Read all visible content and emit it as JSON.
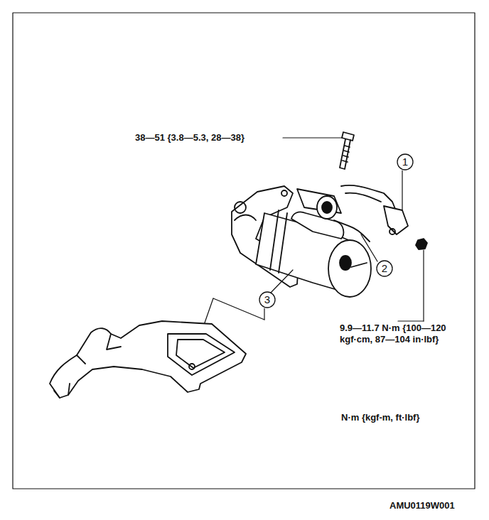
{
  "diagram": {
    "nodes": [
      {
        "text": [
          "1"
        ]
      },
      {
        "text": [
          "2"
        ]
      },
      {
        "text": [
          "3"
        ]
      }
    ],
    "edges": [],
    "labels": [
      "38—51 {3.8—5.3, 28—38}",
      "9.9—11.7 N·m {100—120 kgf·cm, 87—104 in·lbf}",
      "N·m {kgf-m, ft·lbf}",
      "AMU0119W001"
    ]
  }
}
